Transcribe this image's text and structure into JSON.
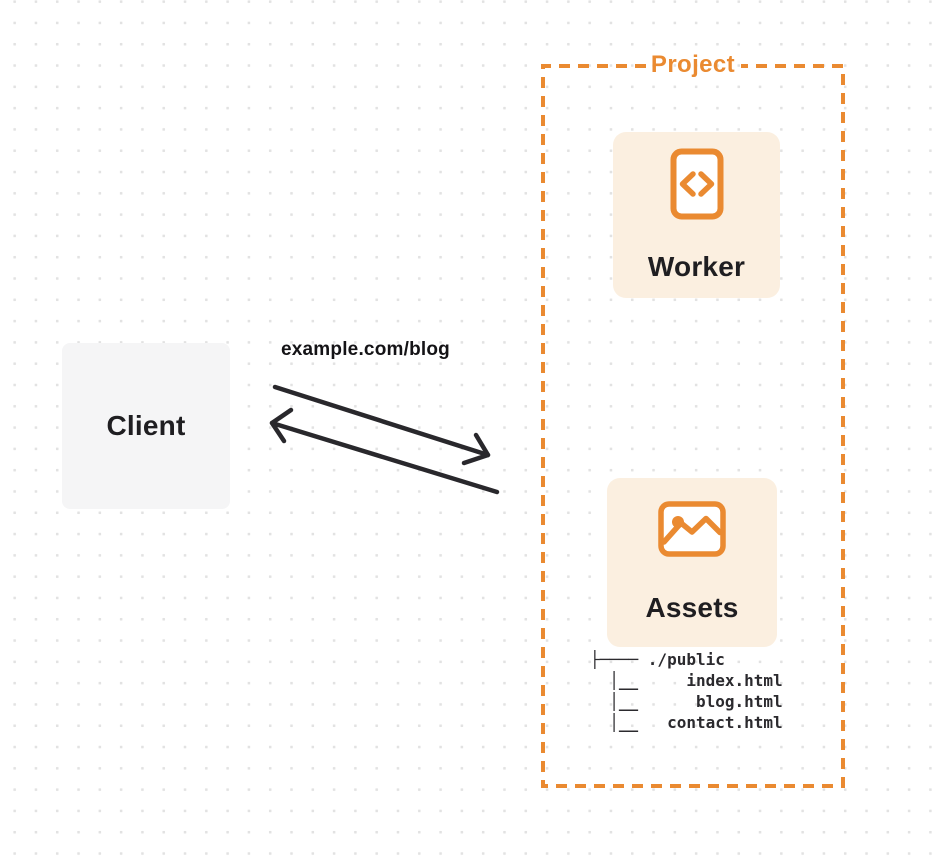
{
  "client": {
    "label": "Client"
  },
  "request": {
    "url_label": "example.com/blog"
  },
  "project": {
    "title": "Project",
    "worker": {
      "label": "Worker",
      "icon": "code-file-icon"
    },
    "assets": {
      "label": "Assets",
      "icon": "image-icon",
      "file_tree": "├──── ./public\n  │__     index.html\n  │__      blog.html\n  │__   contact.html"
    }
  },
  "colors": {
    "accent_orange": "#ea8a31",
    "node_fill": "#fbefe0",
    "client_fill": "#f5f5f6",
    "arrow": "#29282c",
    "text_dark": "#1f1e21",
    "dot_grid": "#e2e2e2"
  }
}
